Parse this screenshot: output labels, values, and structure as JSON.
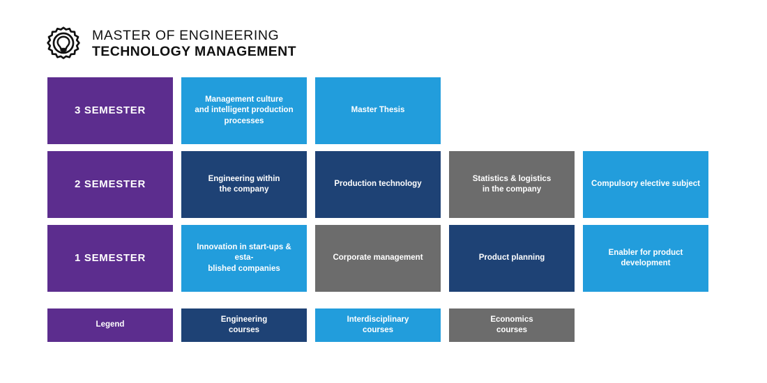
{
  "header": {
    "logo_icon": "gear-lightbulb-icon",
    "line1": "MASTER OF ENGINEERING",
    "line2": "TECHNOLOGY MANAGEMENT"
  },
  "colors": {
    "purple": "#5C2D8E",
    "light_blue": "#229DDC",
    "navy": "#1E4275",
    "gray": "#6C6C6C",
    "background": "#FFFFFF",
    "text_on_box": "#FFFFFF",
    "header_text": "#111111"
  },
  "curriculum": {
    "rows": [
      {
        "semester_label": "3 SEMESTER",
        "cells": [
          {
            "label": "Management culture\nand intelligent production\nprocesses",
            "category": "Interdisciplinary courses",
            "color": "light_blue"
          },
          {
            "label": "Master Thesis",
            "category": "Interdisciplinary courses",
            "color": "light_blue"
          },
          {
            "label": "",
            "category": "",
            "color": "empty"
          },
          {
            "label": "",
            "category": "",
            "color": "empty"
          }
        ]
      },
      {
        "semester_label": "2 SEMESTER",
        "cells": [
          {
            "label": "Engineering within\nthe company",
            "category": "Engineering courses",
            "color": "navy"
          },
          {
            "label": "Production technology",
            "category": "Engineering courses",
            "color": "navy"
          },
          {
            "label": "Statistics & logistics\nin the company",
            "category": "Economics courses",
            "color": "gray"
          },
          {
            "label": "Compulsory elective subject",
            "category": "Interdisciplinary courses",
            "color": "light_blue"
          }
        ]
      },
      {
        "semester_label": "1 SEMESTER",
        "cells": [
          {
            "label": "Innovation in start-ups & esta-\nblished companies",
            "category": "Interdisciplinary courses",
            "color": "light_blue"
          },
          {
            "label": "Corporate management",
            "category": "Economics courses",
            "color": "gray"
          },
          {
            "label": "Product planning",
            "category": "Engineering courses",
            "color": "navy"
          },
          {
            "label": "Enabler for product\ndevelopment",
            "category": "Interdisciplinary courses",
            "color": "light_blue"
          }
        ]
      }
    ]
  },
  "legend": {
    "title": "Legend",
    "items": [
      {
        "label": "Engineering\ncourses",
        "color": "navy"
      },
      {
        "label": "Interdisciplinary\ncourses",
        "color": "light_blue"
      },
      {
        "label": "Economics\ncourses",
        "color": "gray"
      }
    ]
  }
}
